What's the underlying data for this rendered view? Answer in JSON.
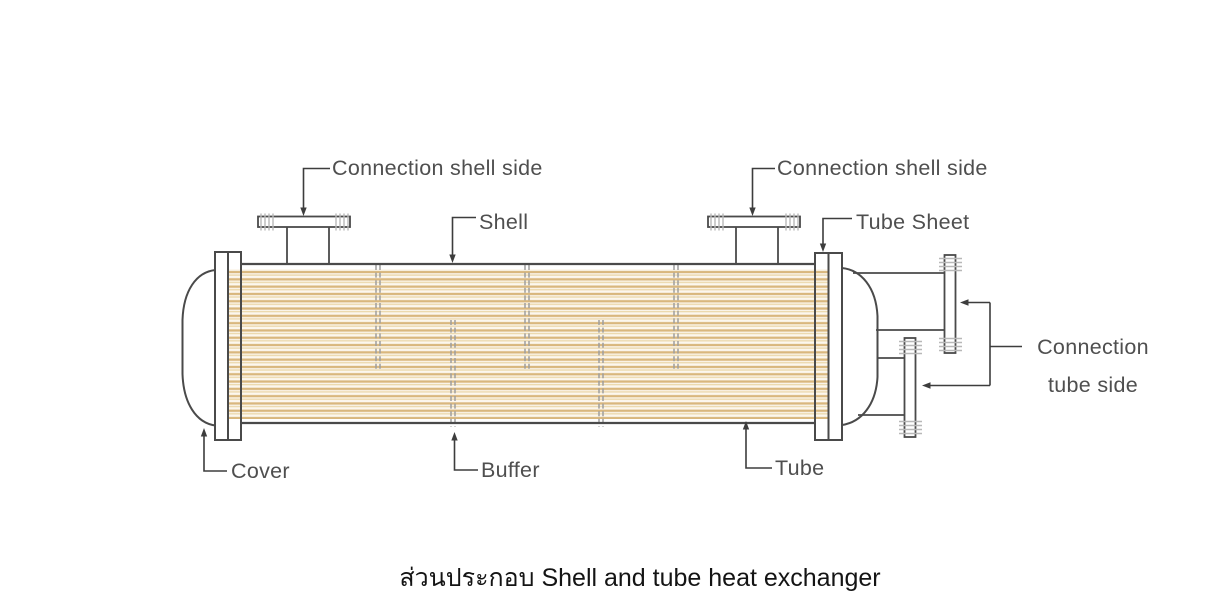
{
  "labels": {
    "connection_shell_side_left": "Connection shell side",
    "connection_shell_side_right": "Connection shell side",
    "shell": "Shell",
    "tube_sheet": "Tube Sheet",
    "cover": "Cover",
    "buffer": "Buffer",
    "tube": "Tube",
    "connection_tube_side_line1": "Connection",
    "connection_tube_side_line2": "tube side"
  },
  "caption": "ส่วนประกอบ Shell and tube heat exchanger",
  "colors": {
    "outline": "#4a4a4a",
    "leader_line": "#3d3d3d",
    "label_text": "#4f4f4f",
    "caption_text": "#141414",
    "tube_line": "#d9b77d",
    "tube_line_light": "#ecd9ae",
    "tube_background": "#fcf7ee",
    "baffle_dash": "#9e9e9e",
    "bolt_hatch": "#b8b8b8",
    "background": "#ffffff"
  }
}
